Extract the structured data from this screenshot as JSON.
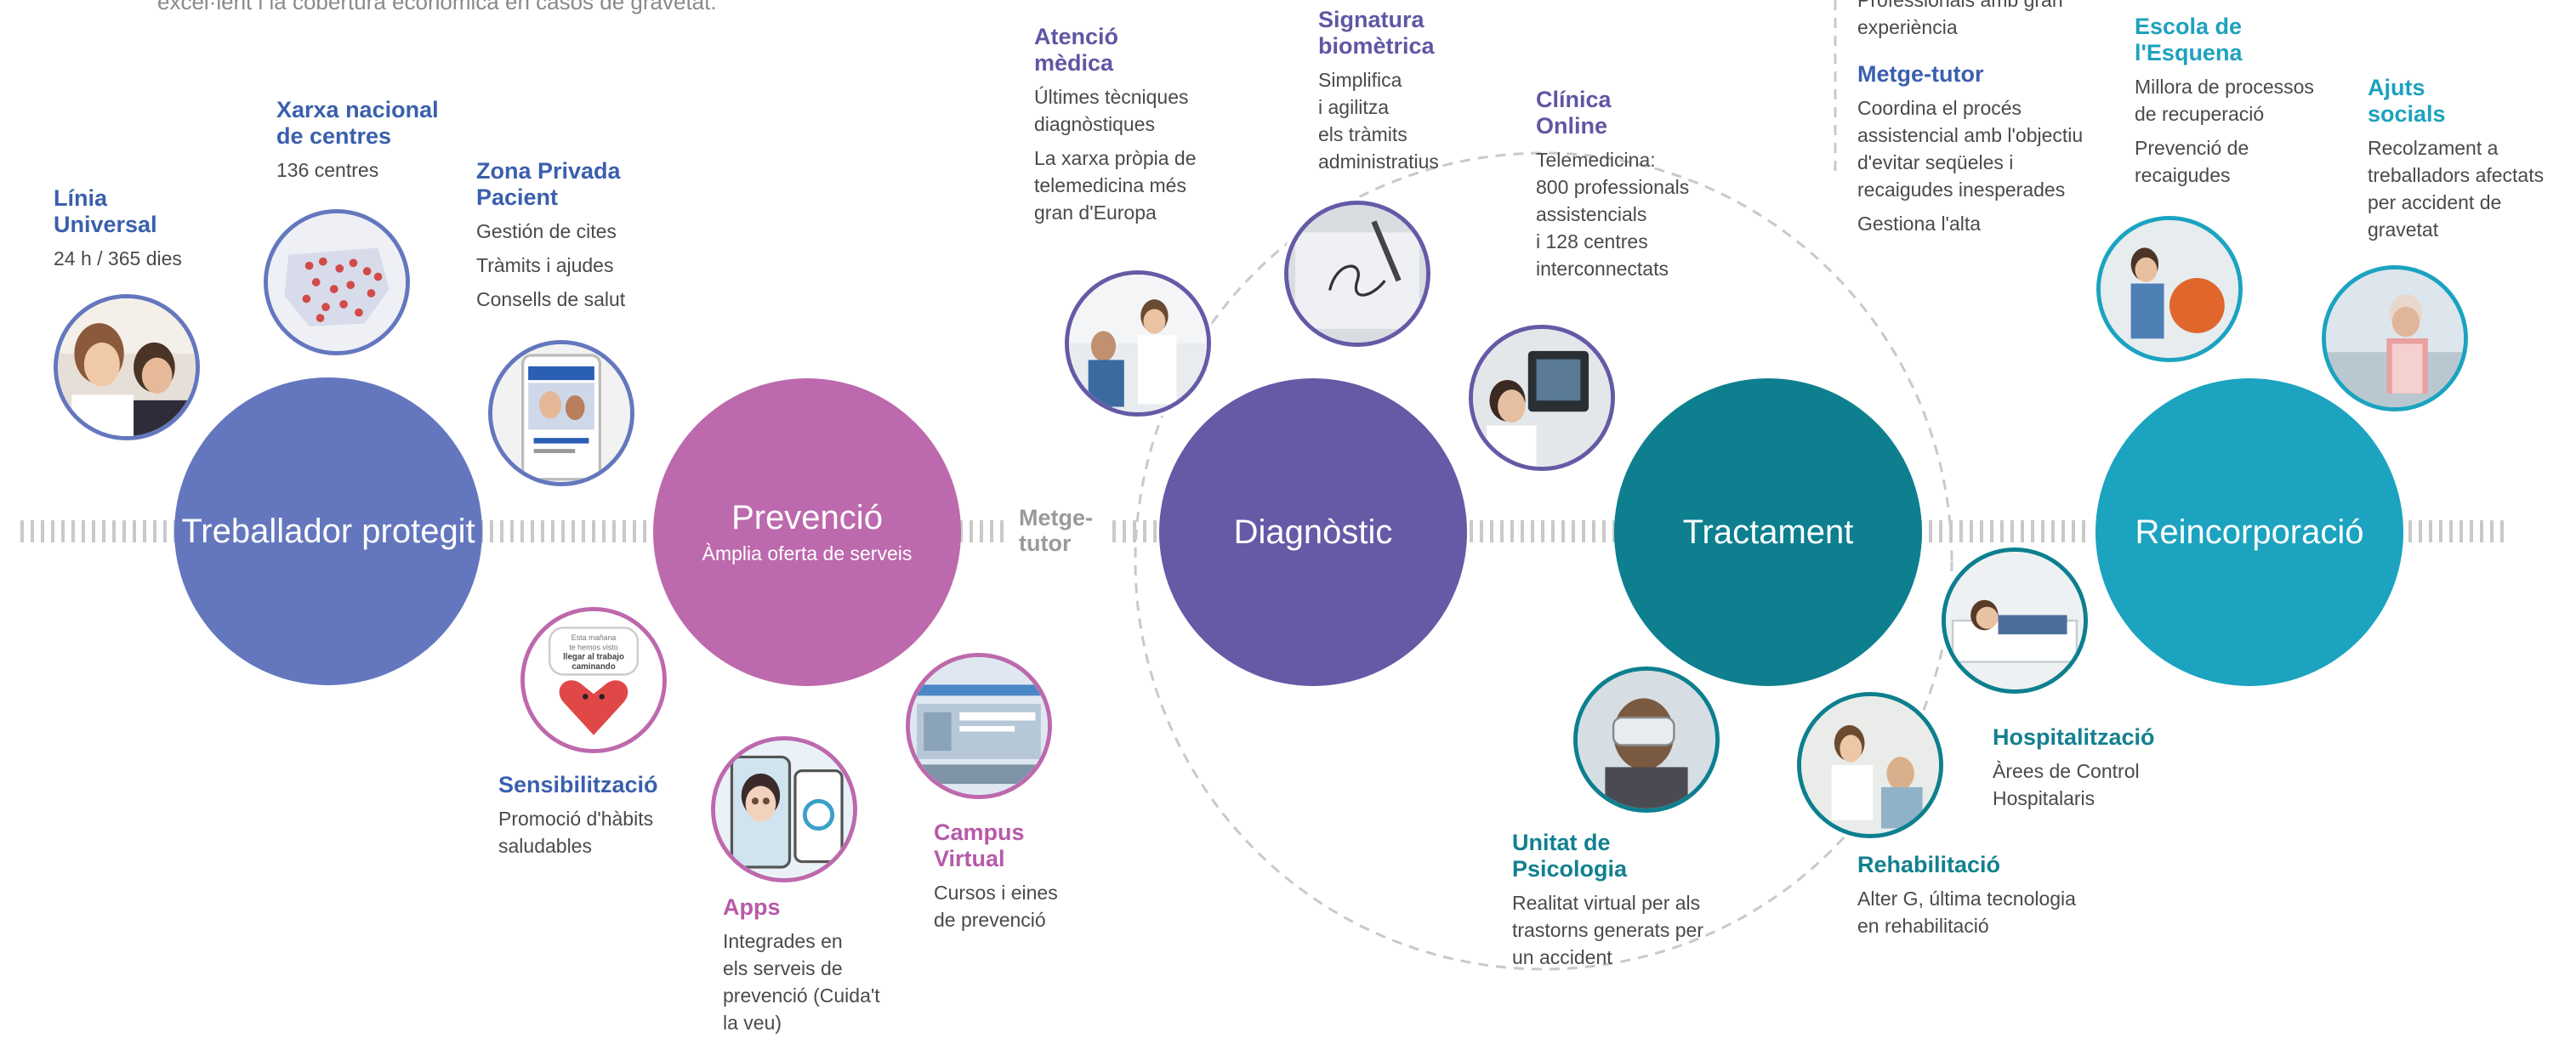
{
  "header": {
    "intro_fragment": "excel·lent i la cobertura econòmica en casos de gravetat."
  },
  "colors": {
    "protected_worker": "#6477be",
    "prevention": "#bd69ad",
    "diagnosis": "#645aa6",
    "treatment": "#0d7f8f",
    "reincorporation": "#1ba3c0",
    "guide_line": "#c9c9c9",
    "dashed_ring": "#c9c9c9"
  },
  "stages": {
    "protected_worker": {
      "label": "Treballador protegit"
    },
    "prevention": {
      "label": "Prevenció",
      "sub": "Àmplia oferta de serveis"
    },
    "metge_tutor": {
      "label_line1": "Metge-",
      "label_line2": "tutor"
    },
    "diagnosis": {
      "label": "Diagnòstic"
    },
    "treatment": {
      "label": "Tractament"
    },
    "reincorporation": {
      "label": "Reincorporació"
    }
  },
  "nodes": {
    "linia_universal": {
      "title_line1": "Línia",
      "title_line2": "Universal",
      "lines": [
        "24 h / 365 dies"
      ],
      "icon": "smiling-woman-photo"
    },
    "xarxa_nacional": {
      "title_line1": "Xarxa nacional",
      "title_line2": "de centres",
      "lines": [
        "136 centres"
      ],
      "icon": "spain-map-photo"
    },
    "zona_privada": {
      "title_line1": "Zona Privada",
      "title_line2": "Pacient",
      "lines": [
        "Gestión de cites",
        "Tràmits i ajudes",
        "Consells de salut"
      ],
      "icon": "phone-app-photo"
    },
    "sensibilitzacio": {
      "title": "Sensibilització",
      "lines": [
        "Promoció d'hàbits",
        "saludables"
      ],
      "icon": "heart-mascot-photo",
      "image_text": [
        "Esta mañana",
        "te hemos visto",
        "llegar al trabajo",
        "caminando"
      ]
    },
    "apps": {
      "title": "Apps",
      "lines": [
        "Integrades en",
        "els serveis de",
        "prevenció (Cuida't",
        "la veu)"
      ],
      "icon": "mobile-app-photo"
    },
    "campus_virtual": {
      "title_line1": "Campus",
      "title_line2": "Virtual",
      "lines": [
        "Cursos i eines",
        "de prevenció"
      ],
      "icon": "web-campus-photo"
    },
    "atencio_medica": {
      "title_line1": "Atenció",
      "title_line2": "mèdica",
      "lines_a": [
        "Últimes tècniques",
        "diagnòstiques"
      ],
      "lines_b": [
        "La xarxa pròpia de",
        "telemedicina més",
        "gran d'Europa"
      ],
      "icon": "doctor-patient-photo"
    },
    "signatura": {
      "title_line1": "Signatura",
      "title_line2": "biomètrica",
      "lines": [
        "Simplifica",
        "i agilitza",
        "els tràmits",
        "administratius"
      ],
      "icon": "signature-pad-photo"
    },
    "clinica_online": {
      "title_line1": "Clínica",
      "title_line2": "Online",
      "lines": [
        "Telemedicina:",
        "800 professionals",
        "assistencials",
        "i 128 centres",
        "interconnectats"
      ],
      "icon": "telemedicine-screen-photo"
    },
    "professionals": {
      "lines": [
        "Professionals amb gran",
        "experiència"
      ]
    },
    "metge_tutor_node": {
      "title": "Metge-tutor",
      "lines_a": [
        "Coordina el procés",
        "assistencial amb l'objectiu",
        "d'evitar seqüeles i",
        "recaigudes inesperades"
      ],
      "lines_b": [
        "Gestiona l'alta"
      ]
    },
    "unitat_psicologia": {
      "title_line1": "Unitat de",
      "title_line2": "Psicologia",
      "lines": [
        "Realitat virtual per als",
        "trastorns generats per",
        "un accident"
      ],
      "icon": "vr-headset-photo"
    },
    "rehabilitacio": {
      "title": "Rehabilitació",
      "lines": [
        "Alter G, última tecnologia",
        "en rehabilitació"
      ],
      "icon": "rehab-therapy-photo"
    },
    "hospitalitzacio": {
      "title": "Hospitalització",
      "lines": [
        "Àrees de Control",
        "Hospitalaris"
      ],
      "icon": "hospital-bed-photo"
    },
    "escola_esquena": {
      "title_line1": "Escola de",
      "title_line2": "l'Esquena",
      "lines_a": [
        "Millora de processos",
        "de recuperació"
      ],
      "lines_b": [
        "Prevenció de",
        "recaigudes"
      ],
      "icon": "back-school-photo"
    },
    "ajuts_socials": {
      "title_line1": "Ajuts",
      "title_line2": "socials",
      "lines": [
        "Recolzament a",
        "treballadors afectats",
        "per accident de",
        "gravetat"
      ],
      "icon": "elderly-man-photo"
    }
  }
}
